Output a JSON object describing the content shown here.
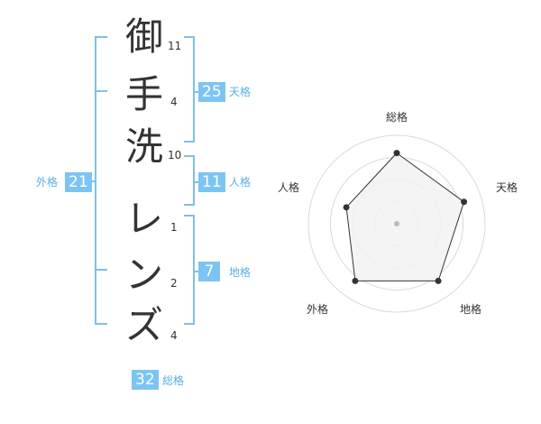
{
  "name": {
    "characters": [
      {
        "char": "御",
        "strokes": "11"
      },
      {
        "char": "手",
        "strokes": "4"
      },
      {
        "char": "洗",
        "strokes": "10"
      },
      {
        "char": "レ",
        "strokes": "1"
      },
      {
        "char": "ン",
        "strokes": "2"
      },
      {
        "char": "ズ",
        "strokes": "4"
      }
    ]
  },
  "fortune": {
    "tenkaku": {
      "value": "25",
      "label": "天格"
    },
    "jinkaku": {
      "value": "11",
      "label": "人格"
    },
    "chikaku": {
      "value": "7",
      "label": "地格"
    },
    "gaikaku": {
      "value": "21",
      "label": "外格"
    },
    "soukaku": {
      "value": "32",
      "label": "総格"
    }
  },
  "radar": {
    "labels": [
      "総格",
      "天格",
      "地格",
      "外格",
      "人格"
    ],
    "levels": 4,
    "values": [
      4,
      4,
      4,
      4,
      3
    ],
    "max": 5,
    "colors": {
      "grid": "#d9d9d9",
      "fill": "#f2f2f2",
      "stroke": "#333333",
      "point": "#333333",
      "center": "#bbbbbb"
    }
  },
  "colors": {
    "accent": "#7cc4f3",
    "bracket": "#7fbfea",
    "label": "#5aaee5"
  }
}
